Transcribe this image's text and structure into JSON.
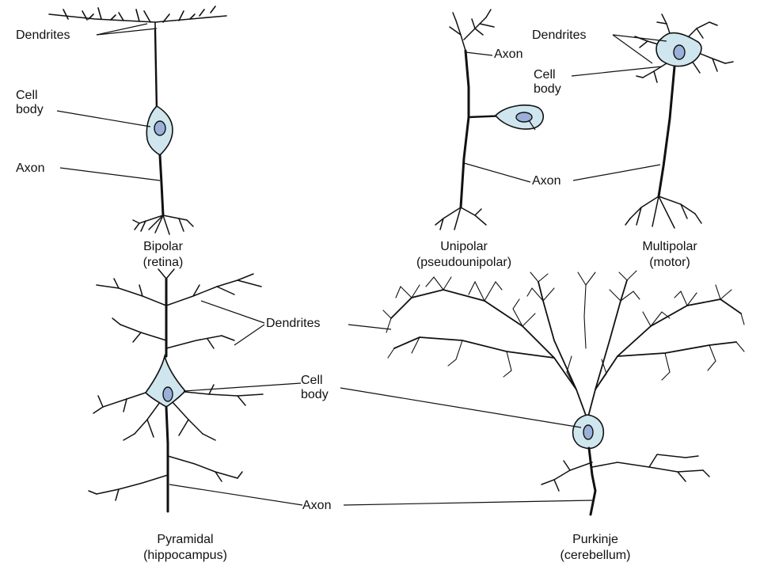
{
  "colors": {
    "background": "#ffffff",
    "ink": "#111111",
    "cell_body_fill": "#cfe6ee",
    "nucleus_fill": "#9ab0d8"
  },
  "labels": {
    "dendrites": "Dendrites",
    "cell": "Cell",
    "body": "body",
    "axon": "Axon"
  },
  "neurons": {
    "bipolar": {
      "name": "Bipolar",
      "location": "(retina)"
    },
    "unipolar": {
      "name": "Unipolar",
      "location": "(pseudounipolar)"
    },
    "multipolar": {
      "name": "Multipolar",
      "location": "(motor)"
    },
    "pyramidal": {
      "name": "Pyramidal",
      "location": "(hippocampus)"
    },
    "purkinje": {
      "name": "Purkinje",
      "location": "(cerebellum)"
    }
  }
}
